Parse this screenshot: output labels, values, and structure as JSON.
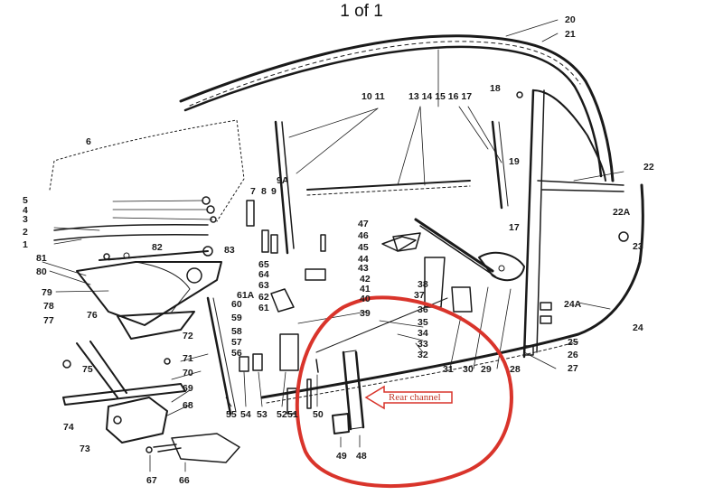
{
  "page_counter": "1 of 1",
  "annotation": {
    "text": "Rear channel",
    "color": "#d9342b",
    "highlighted_parts": [
      "48",
      "49",
      "50"
    ]
  },
  "part_numbers": [
    "20",
    "21",
    "18",
    "10 11",
    "13 14 15 16 17",
    "6",
    "19",
    "22",
    "9A",
    "5",
    "4",
    "3",
    "2",
    "1",
    "7",
    "8",
    "9",
    "47",
    "46",
    "45",
    "44",
    "43",
    "17",
    "22A",
    "23",
    "82",
    "83",
    "81",
    "80",
    "79",
    "78",
    "77",
    "76",
    "75",
    "65",
    "64",
    "63",
    "62",
    "61",
    "60",
    "59",
    "58",
    "57",
    "56",
    "61A",
    "42",
    "41",
    "40",
    "39",
    "38",
    "37",
    "36",
    "35",
    "34",
    "33",
    "32",
    "31",
    "30",
    "29",
    "28",
    "24A",
    "24",
    "25",
    "26",
    "27",
    "72",
    "71",
    "70",
    "69",
    "68",
    "74",
    "73",
    "67",
    "66",
    "55",
    "54",
    "53",
    "52",
    "51",
    "50",
    "49",
    "48"
  ]
}
